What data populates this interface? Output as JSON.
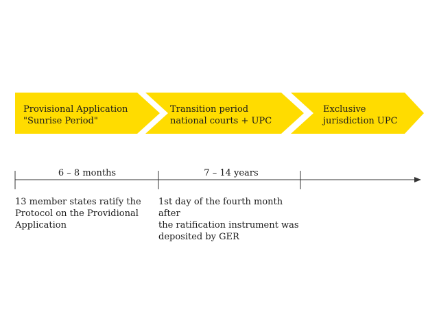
{
  "phases": [
    {
      "line1": "Provisional Application",
      "line2": "\"Sunrise Period\""
    },
    {
      "line1": "Transition period",
      "line2": "national courts + UPC"
    },
    {
      "line1": "Exclusive",
      "line2": "jurisdiction UPC"
    }
  ],
  "timeline": {
    "durations": [
      "6 – 8 months",
      "7 – 14 years"
    ],
    "notes": [
      "13 member states ratify the\nProtocol on the Providional\nApplication",
      "1st day of the fourth month after\nthe ratification instrument was\ndeposited by GER"
    ]
  },
  "colors": {
    "chevron": "#ffdc00",
    "line": "#333333"
  }
}
